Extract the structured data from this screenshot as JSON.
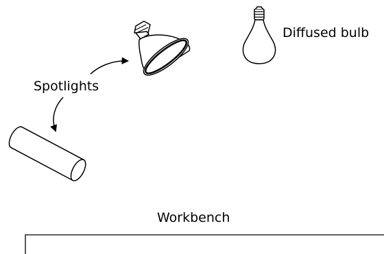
{
  "labels": {
    "spotlights": "Spotlights",
    "diffused_bulb": "Diffused bulb",
    "workbench": "Workbench"
  },
  "colors": {
    "stroke": "#000000",
    "fill": "#ffffff",
    "text": "#000000"
  }
}
